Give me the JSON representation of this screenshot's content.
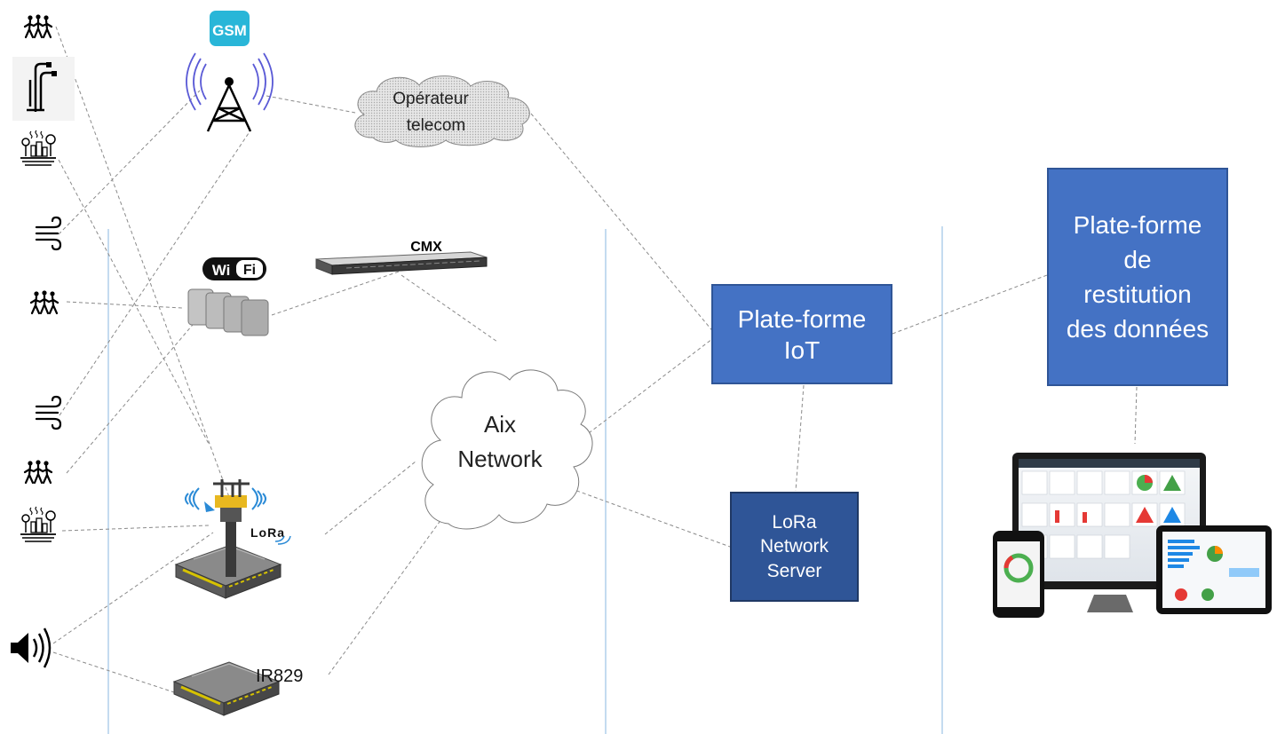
{
  "gsm_badge": "GSM",
  "wifi_badge_left": "Wi",
  "wifi_badge_right": "Fi",
  "cmx_label": "CMX",
  "operator_cloud": {
    "line1": "Opérateur",
    "line2": "telecom"
  },
  "aix_cloud": {
    "line1": "Aix",
    "line2": "Network"
  },
  "iot_platform": {
    "line1": "Plate-forme",
    "line2": "IoT"
  },
  "restitution_platform": {
    "line1": "Plate-forme",
    "line2": "de",
    "line3": "restitution",
    "line4": "des données"
  },
  "lora_server": {
    "line1": "LoRa",
    "line2": "Network",
    "line3": "Server"
  },
  "lora_logo": "LoRa",
  "ir829_label": "IR829",
  "colors": {
    "box_fill": "#4472c4",
    "box_dark": "#2f5597",
    "separator": "#9dc3e6",
    "gsm": "#29b6d8"
  }
}
